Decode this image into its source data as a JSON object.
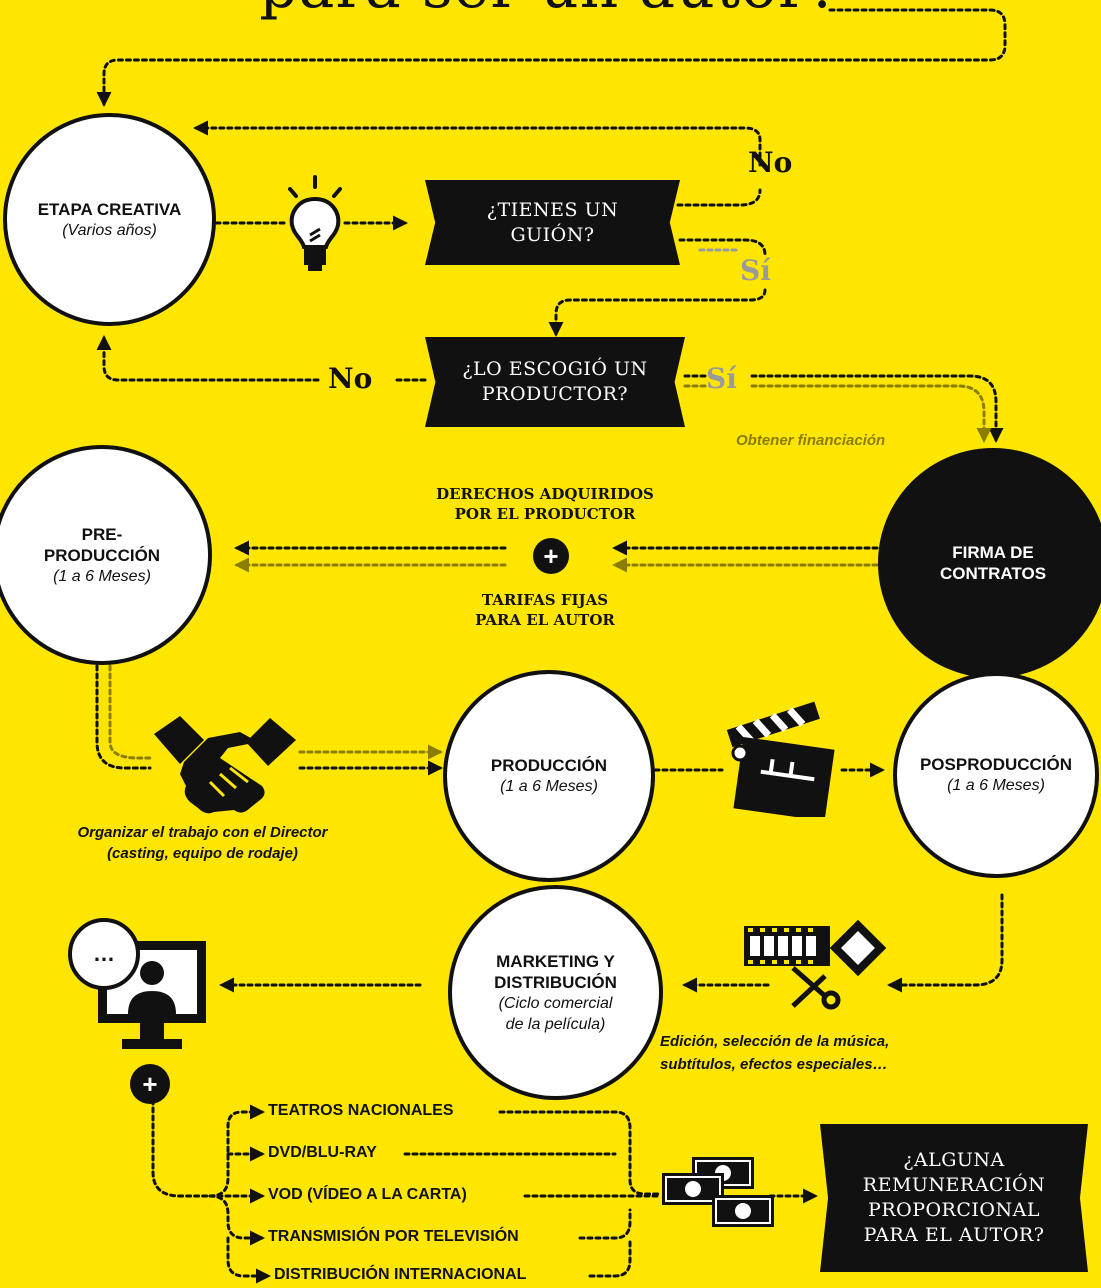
{
  "title": "para ser un autor?",
  "nodes": {
    "etapa_creativa": {
      "title": "ETAPA CREATIVA",
      "sub": "(Varios años)"
    },
    "preproduccion": {
      "title": "PRE-\nPRODUCCIÓN",
      "sub": "(1 a 6 Meses)"
    },
    "firma": {
      "title": "FIRMA DE\nCONTRATOS"
    },
    "produccion": {
      "title": "PRODUCCIÓN",
      "sub": "(1 a 6 Meses)"
    },
    "posproduccion": {
      "title": "POSPRODUCCIÓN",
      "sub": "(1 a 6 Meses)"
    },
    "marketing": {
      "title": "MARKETING Y\nDISTRIBUCIÓN",
      "sub": "(Ciclo comercial\nde la película)"
    }
  },
  "decisions": {
    "guion": "¿TIENES UN\nGUIÓN?",
    "productor": "¿LO ESCOGIÓ UN\nPRODUCTOR?",
    "remuneracion": "¿ALGUNA\nREMUNERACIÓN\nPROPORCIONAL\nPARA EL AUTOR?"
  },
  "answers": {
    "no": "No",
    "si": "Sí"
  },
  "labels": {
    "financiacion": "Obtener financiación",
    "derechos": "DERECHOS ADQUIRIDOS\nPOR EL PRODUCTOR",
    "tarifas": "TARIFAS FIJAS\nPARA EL AUTOR",
    "plus": "+",
    "director": "Organizar el trabajo con el Director\n(casting, equipo de rodaje)",
    "edicion": "Edición, selección de la música,\nsubtítulos, efectos especiales…",
    "bubble": "…"
  },
  "distribution": [
    "TEATROS NACIONALES",
    "DVD/BLU-RAY",
    "VOD (VÍDEO A LA CARTA)",
    "TRANSMISIÓN POR TELEVISIÓN",
    "DISTRIBUCIÓN INTERNACIONAL"
  ],
  "colors": {
    "background": "#ffe600",
    "ink": "#111111",
    "muted": "#9a9a9a",
    "olive": "#8a7d00"
  },
  "icons": [
    "lightbulb-icon",
    "handshake-icon",
    "clapperboard-icon",
    "film-strip-icon",
    "scissors-icon",
    "monitor-user-icon",
    "speech-bubble-icon",
    "money-bills-icon"
  ]
}
